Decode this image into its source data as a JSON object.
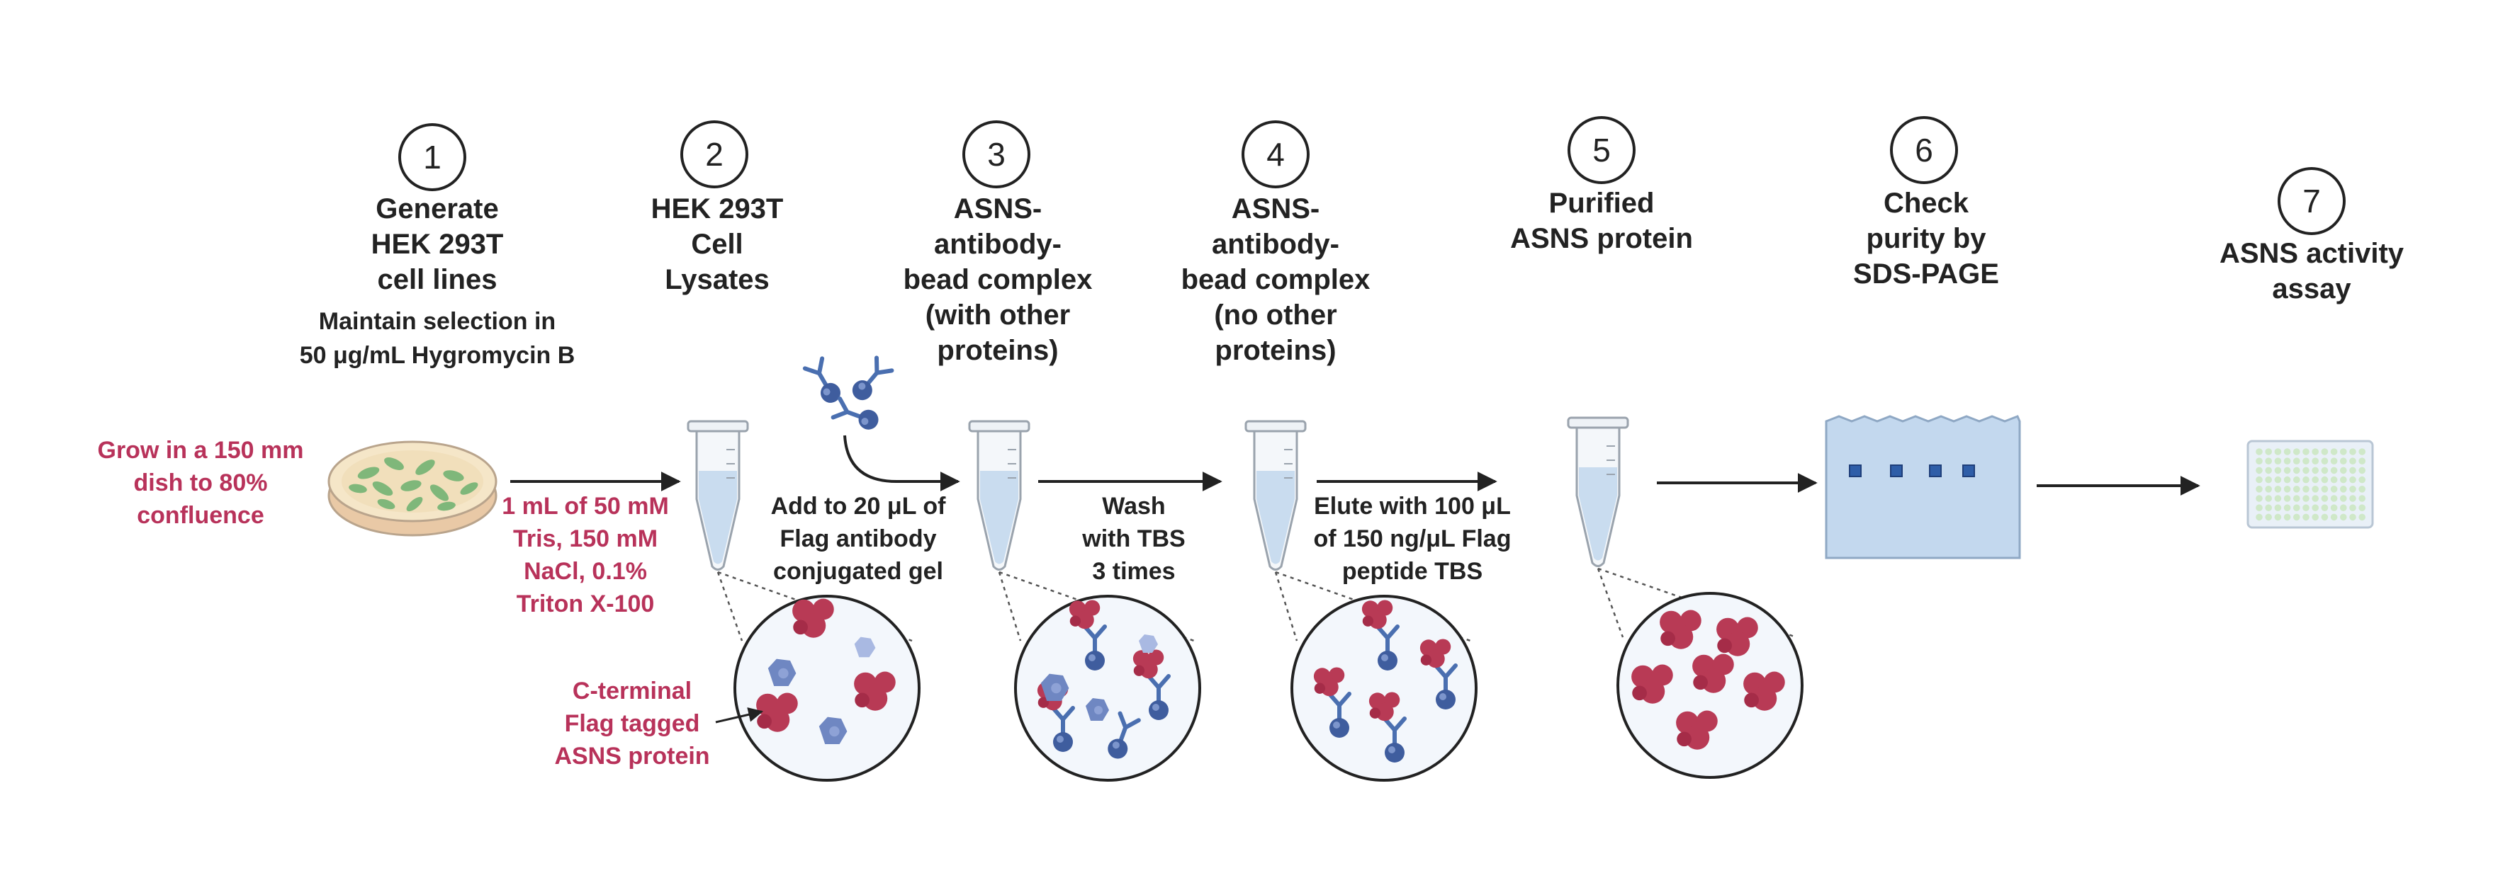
{
  "steps": [
    {
      "num": "1",
      "title": "Generate\nHEK 293T\ncell lines",
      "subtitle": "Maintain selection in\n50 μg/mL Hygromycin B"
    },
    {
      "num": "2",
      "title": "HEK 293T\nCell\nLysates"
    },
    {
      "num": "3",
      "title": "ASNS-\nantibody-\nbead complex\n(with other\nproteins)"
    },
    {
      "num": "4",
      "title": "ASNS-\nantibody-\nbead complex\n(no other\nproteins)"
    },
    {
      "num": "5",
      "title": "Purified\nASNS protein"
    },
    {
      "num": "6",
      "title": "Check\npurity by\nSDS-PAGE"
    },
    {
      "num": "7",
      "title": "ASNS activity\nassay"
    }
  ],
  "annotations": {
    "grow": "Grow in a 150 mm\ndish to 80%\nconfluence",
    "lysis_buffer": "1 mL of 50 mM\nTris, 150 mM\nNaCl, 0.1%\nTriton X-100",
    "add_gel": "Add to 20 μL of\nFlag antibody\nconjugated gel",
    "wash": "Wash\nwith TBS\n3 times",
    "elute": "Elute with 100 μL\nof 150 ng/μL Flag\npeptide TBS",
    "c_terminal": "C-terminal\nFlag tagged\nASNS protein"
  },
  "colors": {
    "accent_red": "#b8325a",
    "protein_red": "#b83a55",
    "antibody_blue": "#4a6fb0",
    "bead_blue": "#3f5d9e",
    "tube_fill": "#c9dcef",
    "gel_blue": "#c3d8ee"
  }
}
